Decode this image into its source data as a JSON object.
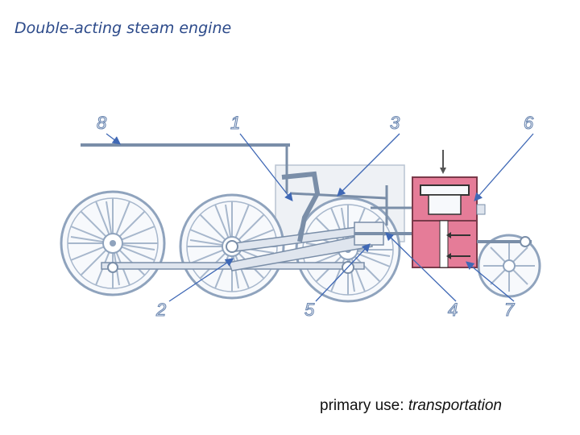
{
  "title": "Double-acting steam engine",
  "caption": {
    "prefix": "primary use: ",
    "value": "transportation"
  },
  "labels": [
    "8",
    "1",
    "3",
    "6",
    "2",
    "5",
    "4",
    "7"
  ],
  "colors": {
    "steam": "#e57c98",
    "line": "#7a8ea8",
    "arrow": "#3f68b5",
    "wheel": "#8fa3bd"
  }
}
